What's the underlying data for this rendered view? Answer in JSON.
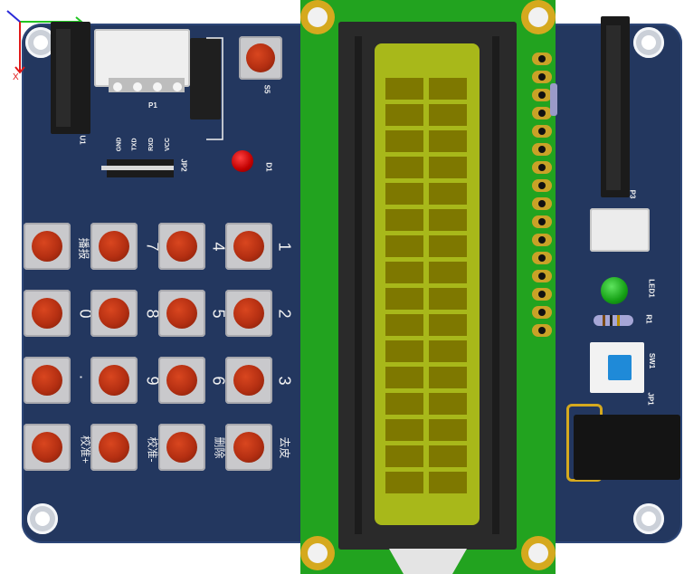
{
  "colors": {
    "board": "#23375f",
    "lcd_pcb": "#22a31f",
    "lcd_glass": "#a8b81a",
    "lcd_cell": "#7e7800",
    "key_cap": "#c0391a",
    "gold": "#d5a91e"
  },
  "labels": {
    "u1": "U1",
    "p1": "P1",
    "s5": "S5",
    "d1": "D1",
    "jp2": "JP2",
    "jp2_pins": [
      "VCC",
      "RXD",
      "TXD",
      "GND"
    ],
    "p3": "P3",
    "led1": "LED1",
    "r1": "R1",
    "sw1": "SW1",
    "jp1": "JP1"
  },
  "keypad": {
    "rows": [
      [
        "播报",
        "7",
        "4",
        "1"
      ],
      [
        "0",
        "8",
        "5",
        "2"
      ],
      [
        ".",
        "9",
        "6",
        "3"
      ],
      [
        "校准+",
        "校准-",
        "删除",
        "去皮"
      ]
    ]
  }
}
